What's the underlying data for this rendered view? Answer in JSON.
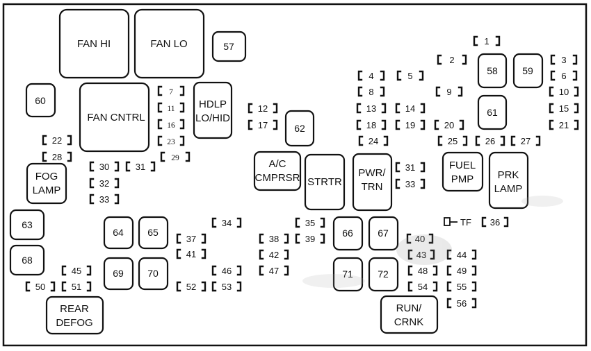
{
  "relays": {
    "fan_hi": "FAN HI",
    "fan_lo": "FAN LO",
    "fan_cntrl": "FAN CNTRL",
    "hdlp_1": "HDLP",
    "hdlp_2": "LO/HID",
    "fog_1": "FOG",
    "fog_2": "LAMP",
    "ac_1": "A/C",
    "ac_2": "CMPRSR",
    "strtr": "STRTR",
    "pwr_1": "PWR/",
    "pwr_2": "TRN",
    "fuel_1": "FUEL",
    "fuel_2": "PMP",
    "prk_1": "PRK",
    "prk_2": "LAMP",
    "rear_1": "REAR",
    "rear_2": "DEFOG",
    "run_1": "RUN/",
    "run_2": "CRNK"
  },
  "minis": {
    "m57": "57",
    "m58": "58",
    "m59": "59",
    "m60": "60",
    "m61": "61",
    "m62": "62",
    "m63": "63",
    "m64": "64",
    "m65": "65",
    "m66": "66",
    "m67": "67",
    "m68": "68",
    "m69": "69",
    "m70": "70",
    "m71": "71",
    "m72": "72"
  },
  "fuses": {
    "f1": "1",
    "f2": "2",
    "f3": "3",
    "f4": "4",
    "f5": "5",
    "f6": "6",
    "f7": "7",
    "f8": "8",
    "f9": "9",
    "f10": "10",
    "f11": "11",
    "f12": "12",
    "f13": "13",
    "f14": "14",
    "f15": "15",
    "f16": "16",
    "f17": "17",
    "f18": "18",
    "f19": "19",
    "f20": "20",
    "f21": "21",
    "f22": "22",
    "f23": "23",
    "f24": "24",
    "f25": "25",
    "f26": "26",
    "f27": "27",
    "f28": "28",
    "f29": "29",
    "f30": "30",
    "f31a": "31",
    "f31b": "31",
    "f32": "32",
    "f33a": "33",
    "f33b": "33",
    "f34": "34",
    "f35": "35",
    "f36": "36",
    "f37": "37",
    "f38": "38",
    "f39": "39",
    "f40": "40",
    "f41": "41",
    "f42": "42",
    "f43": "43",
    "f44": "44",
    "f45": "45",
    "f46": "46",
    "f47": "47",
    "f48": "48",
    "f49": "49",
    "f50": "50",
    "f51": "51",
    "f52": "52",
    "f53": "53",
    "f54": "54",
    "f55": "55",
    "f56": "56",
    "tf": "TF"
  }
}
